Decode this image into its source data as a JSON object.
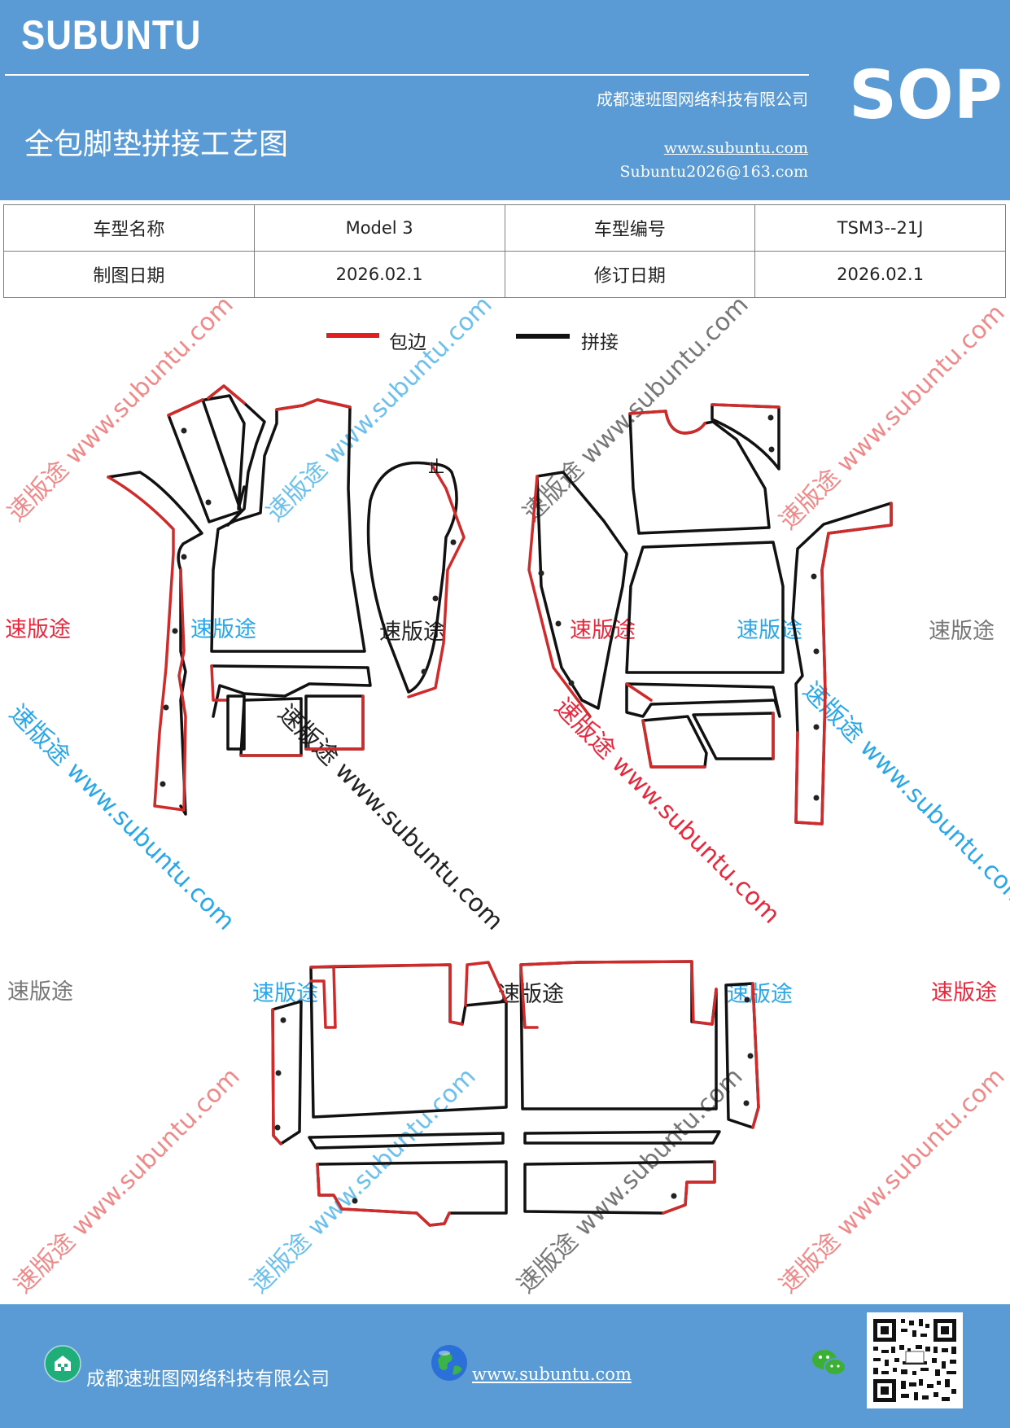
{
  "header": {
    "brand": "SUBUNTU",
    "company": "成都速班图网络科技有限公司",
    "title": "全包脚垫拼接工艺图",
    "website": "www.subuntu.com",
    "email": "Subuntu2026@163.com",
    "badge": "SOP"
  },
  "info_table": {
    "car_model_label": "车型名称",
    "car_model_value": "Model 3",
    "car_code_label": "车型编号",
    "car_code_value": "TSM3--21J",
    "draw_date_label": "制图日期",
    "draw_date_value": "2026.02.1",
    "revise_date_label": "修订日期",
    "revise_date_value": "2026.02.1"
  },
  "legend": {
    "red_label": "包边",
    "black_label": "拼接",
    "red_color": "#e02020",
    "black_color": "#111111"
  },
  "drawing": {
    "part_mark": "止",
    "watermark_text": "速版途",
    "watermark_url_text": "速版途 www.subuntu.com",
    "watermark_colors": [
      "#e8283c",
      "#2aa7e8",
      "#555555"
    ]
  },
  "footer": {
    "company": "成都速班图网络科技有限公司",
    "website": "www.subuntu.com",
    "icons": [
      "building-icon",
      "globe-icon",
      "wechat-icon",
      "qr-code"
    ]
  }
}
